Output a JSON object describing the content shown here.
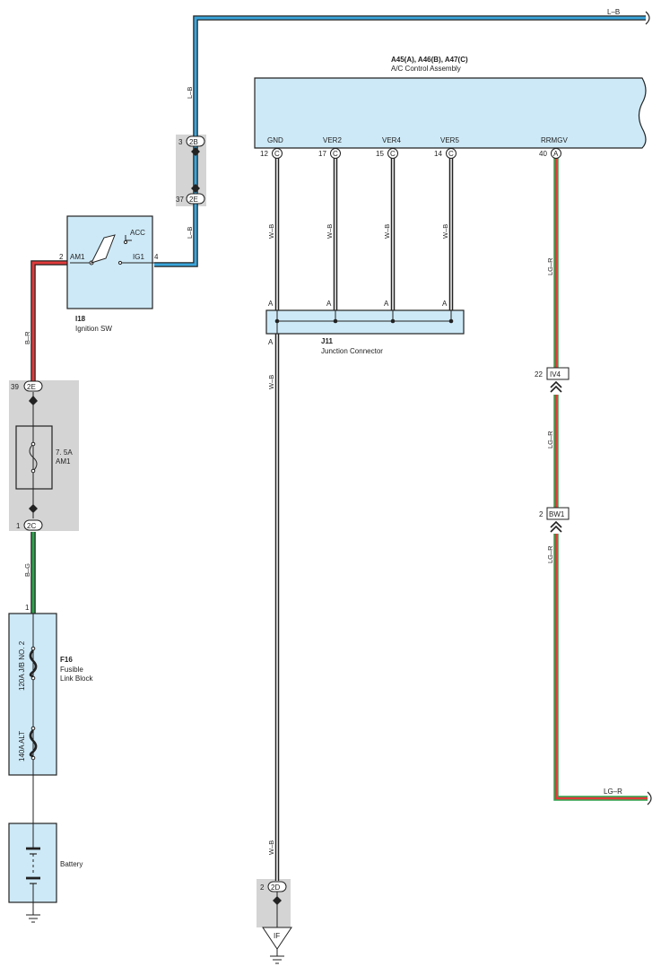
{
  "colors": {
    "component_fill": "#cde9f7",
    "connector_bg": "#d4d4d4",
    "wire_blue": "#3aa6dc",
    "wire_red": "#e23a3a",
    "wire_green": "#2ea44f",
    "wire_gray": "#9a9a9a",
    "line": "#222222"
  },
  "ac_control": {
    "id": "A45(A), A46(B), A47(C)",
    "name": "A/C Control Assembly",
    "terminals": [
      {
        "label": "GND",
        "pin": "12",
        "conn": "C"
      },
      {
        "label": "VER2",
        "pin": "17",
        "conn": "C"
      },
      {
        "label": "VER4",
        "pin": "15",
        "conn": "C"
      },
      {
        "label": "VER5",
        "pin": "14",
        "conn": "C"
      },
      {
        "label": "RRMGV",
        "pin": "40",
        "conn": "A"
      }
    ]
  },
  "ignition_sw": {
    "id": "I18",
    "name": "Ignition SW",
    "acc": "ACC",
    "am1": "AM1",
    "ig1": "IG1",
    "pin_am1": "2",
    "pin_ig1": "4"
  },
  "junction": {
    "id": "J11",
    "name": "Junction Connector",
    "pin": "A"
  },
  "fuse_am1": {
    "rating": "7. 5A",
    "name": "AM1"
  },
  "fusible_link": {
    "id": "F16",
    "name1": "Fusible",
    "name2": "Link Block",
    "fuse1": "120A J/B NO. 2",
    "fuse2": "140A ALT",
    "pin": "1"
  },
  "battery": {
    "name": "Battery"
  },
  "connectors": {
    "c2B": {
      "pin": "3",
      "label": "2B"
    },
    "c2E_top": {
      "pin": "37",
      "label": "2E"
    },
    "c2E_fuse": {
      "pin": "39",
      "label": "2E"
    },
    "c2C": {
      "pin": "1",
      "label": "2C"
    },
    "c2D": {
      "pin": "2",
      "label": "2D"
    },
    "iv4": {
      "pin": "22",
      "label": "IV4"
    },
    "bw1": {
      "pin": "2",
      "label": "BW1"
    }
  },
  "ground": {
    "label": "IF"
  },
  "wires": {
    "lb": "L–B",
    "br": "B–R",
    "bg": "B–G",
    "wb": "W–B",
    "lgr": "LG–R"
  }
}
